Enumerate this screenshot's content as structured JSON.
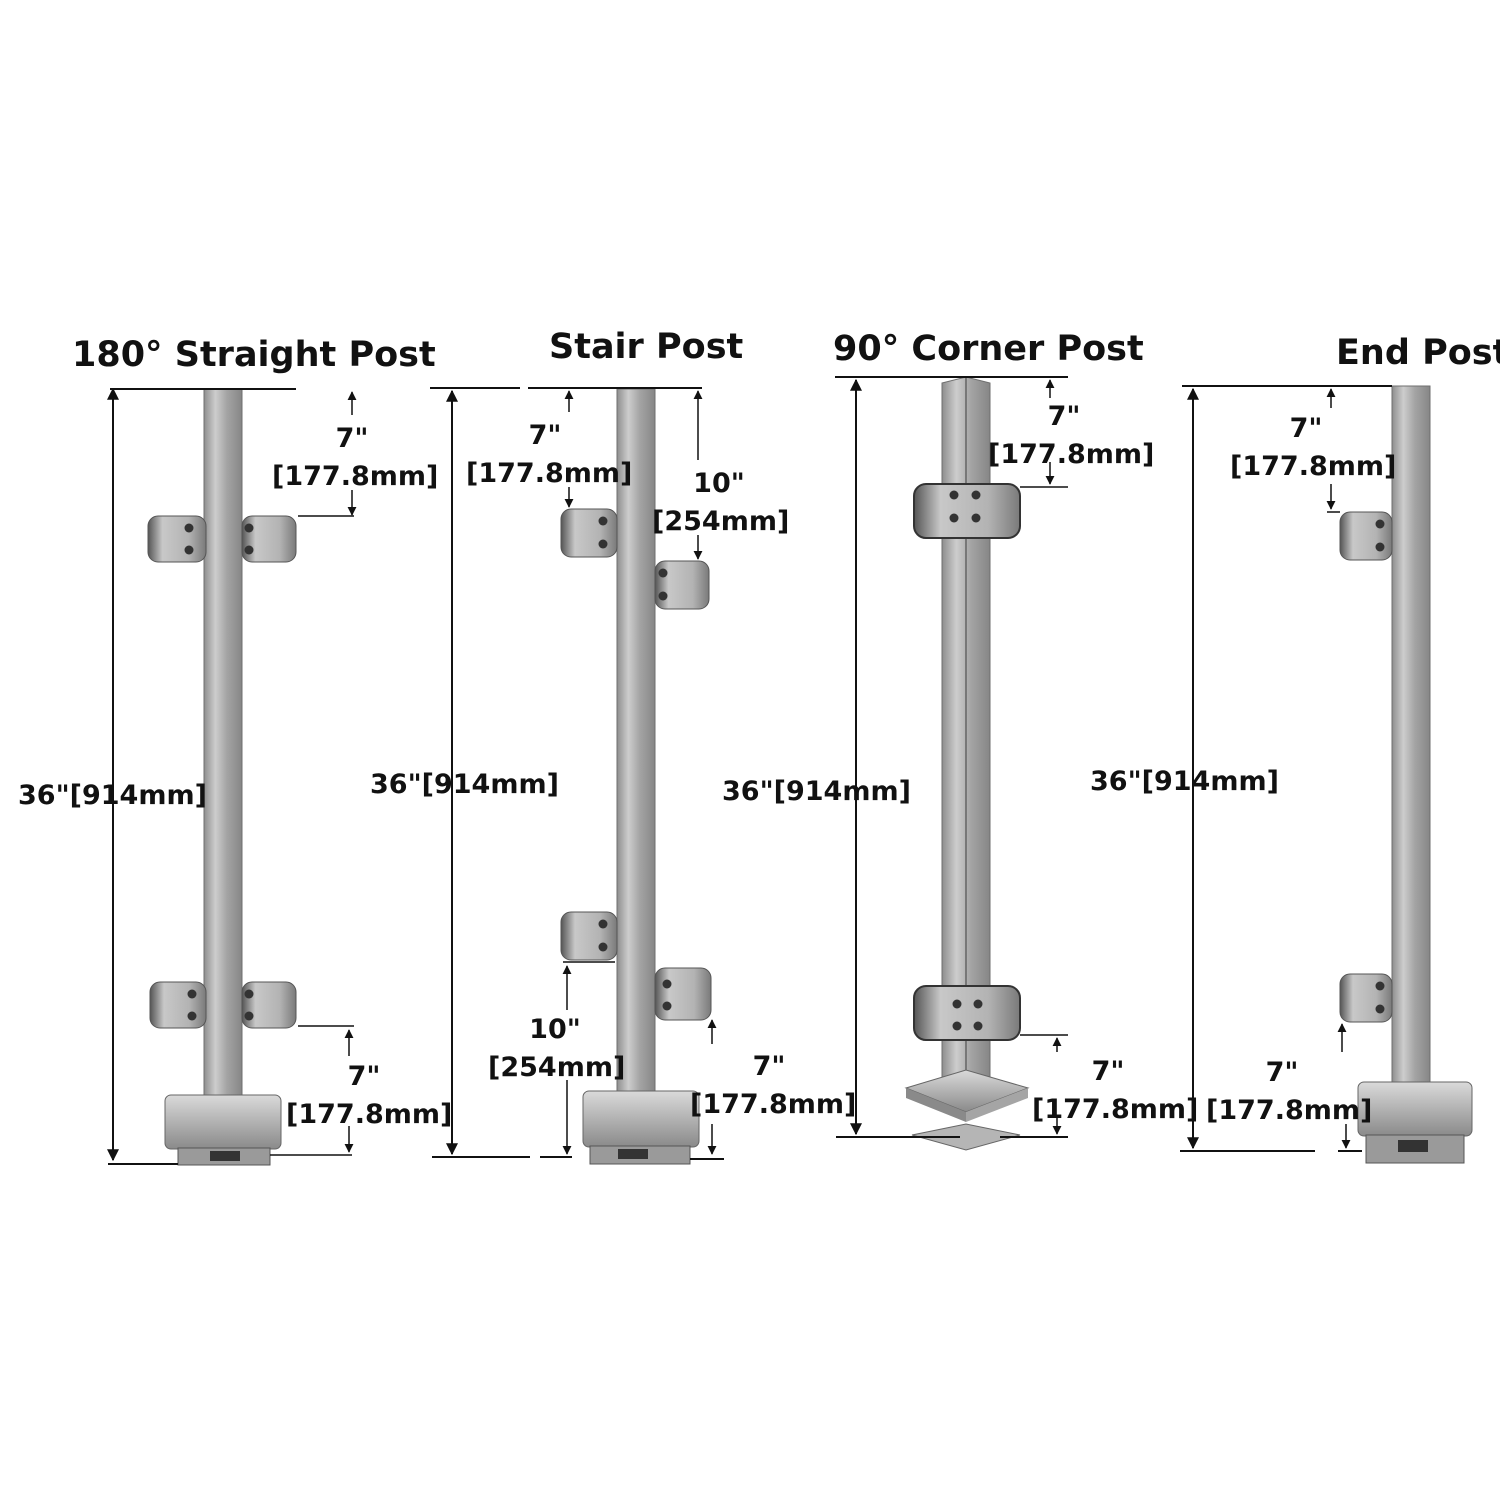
{
  "posts": [
    {
      "title": "180° Straight Post",
      "height_label": "36\"[914mm]",
      "top_offset": {
        "inches": "7\"",
        "mm": "[177.8mm]"
      },
      "bottom_offset": {
        "inches": "7\"",
        "mm": "[177.8mm]"
      }
    },
    {
      "title": "Stair Post",
      "height_label": "36\"[914mm]",
      "top_offset": {
        "inches": "7\"",
        "mm": "[177.8mm]"
      },
      "top_offset_2": {
        "inches": "10\"",
        "mm": "[254mm]"
      },
      "bottom_offset": {
        "inches": "10\"",
        "mm": "[254mm]"
      },
      "bottom_offset_2": {
        "inches": "7\"",
        "mm": "[177.8mm]"
      }
    },
    {
      "title": "90° Corner Post",
      "height_label": "36\"[914mm]",
      "top_offset": {
        "inches": "7\"",
        "mm": "[177.8mm]"
      },
      "bottom_offset": {
        "inches": "7\"",
        "mm": "[177.8mm]"
      }
    },
    {
      "title": "End Post",
      "height_label": "36\"[914mm]",
      "top_offset": {
        "inches": "7\"",
        "mm": "[177.8mm]"
      },
      "bottom_offset": {
        "inches": "7\"",
        "mm": "[177.8mm]"
      }
    }
  ],
  "colors": {
    "steel_light": "#c9c9c9",
    "steel_mid": "#a9a9a9",
    "steel_dark": "#777777",
    "line": "#111111"
  }
}
